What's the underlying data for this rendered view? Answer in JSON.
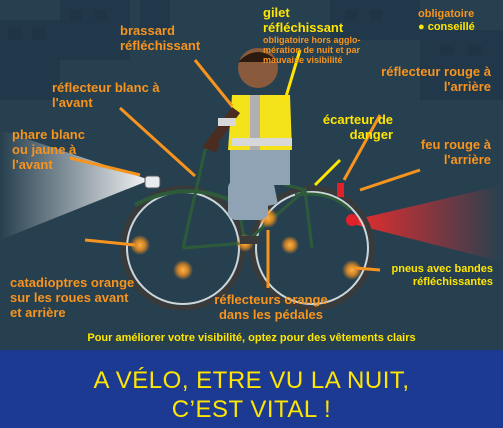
{
  "labels": {
    "brassard": [
      "brassard",
      "réfléchissant"
    ],
    "gilet": [
      "gilet",
      "réfléchissant"
    ],
    "gilet_note": [
      "obligatoire hors agglo-",
      "mération de nuit et par",
      "mauvaise visibilité"
    ],
    "legend_obligatoire": "obligatoire",
    "legend_conseille": "● conseillé",
    "reflecteur_blanc": [
      "réflecteur blanc à",
      "l'avant"
    ],
    "reflecteur_rouge": [
      "réflecteur rouge à",
      "l'arrière"
    ],
    "phare": [
      "phare blanc",
      "ou jaune à",
      "l'avant"
    ],
    "ecarteur": [
      "écarteur de",
      "danger"
    ],
    "feu_rouge": [
      "feu rouge à",
      "l'arrière"
    ],
    "catadioptres": [
      "catadioptres orange",
      "sur les roues avant",
      "et arrière"
    ],
    "pedales": [
      "réflecteurs orange",
      "dans les pédales"
    ],
    "pneus": [
      "pneus avec bandes",
      "réfléchissantes"
    ],
    "visibility_tip": "Pour améliorer votre visibilité, optez pour des vêtements clairs"
  },
  "banner": {
    "line1": "A VÉLO, ETRE VU LA NUIT,",
    "line2": "C’EST VITAL !"
  },
  "colors": {
    "night_sky": "#27404f",
    "banner_bg": "#1d3a93",
    "banner_text": "#ffe600",
    "label_orange": "#f7941e",
    "label_yellow": "#ffe600",
    "vest_yellow": "#f4e21a",
    "bike_green": "#2d5b3a",
    "rear_light_red": "#e0202a"
  },
  "icons": [
    "cyclist-illustration",
    "bicycle-illustration",
    "front-headlight-beam",
    "rear-red-light-beam",
    "city-skyline"
  ]
}
